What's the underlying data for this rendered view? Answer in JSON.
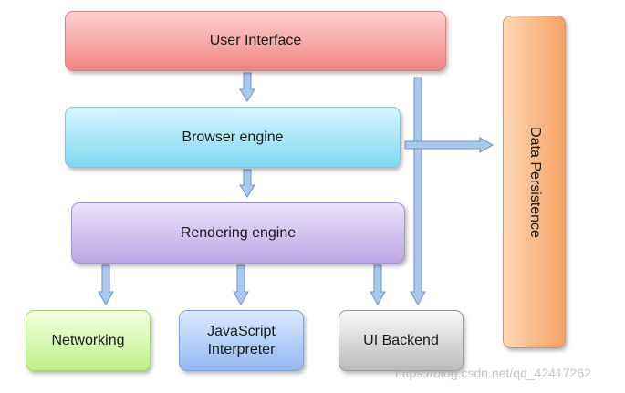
{
  "nodes": {
    "user_interface": "User  Interface",
    "browser_engine": "Browser engine",
    "rendering_engine": "Rendering engine",
    "networking": "Networking",
    "javascript_interpreter": "JavaScript\nInterpreter",
    "ui_backend": "UI Backend",
    "data_persistence": "Data Persistence"
  },
  "edges": [
    {
      "from": "user_interface",
      "to": "browser_engine"
    },
    {
      "from": "browser_engine",
      "to": "rendering_engine"
    },
    {
      "from": "rendering_engine",
      "to": "networking"
    },
    {
      "from": "rendering_engine",
      "to": "javascript_interpreter"
    },
    {
      "from": "rendering_engine",
      "to": "ui_backend"
    },
    {
      "from": "user_interface",
      "to": "ui_backend"
    },
    {
      "from": "browser_engine",
      "to": "data_persistence"
    }
  ],
  "watermark": "https://blog.csdn.net/qq_42417262",
  "colors": {
    "arrow_fill": "#a9c8f0",
    "arrow_stroke": "#6f93c6"
  }
}
